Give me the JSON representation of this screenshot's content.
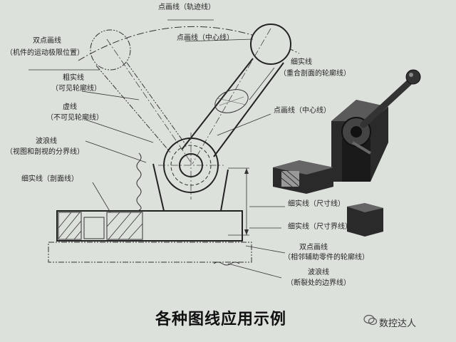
{
  "labels": {
    "top1": "点画线（轨迹线）",
    "top2": "点画线（中心线）",
    "dbl1": "双点画线",
    "dbl2": "（机件的运动极限位置）",
    "thick1": "粗实线",
    "thick2": "（可见轮廓线）",
    "dash1": "虚线",
    "dash2": "（不可见轮廓线）",
    "wave1": "波浪线",
    "wave2": "（视图和剖视的分界线）",
    "sect": "细实线（剖面线）",
    "thin1": "细实线",
    "thin2": "（重合剖面的轮廓线）",
    "center_r": "点画线（中心线）",
    "dim1": "细实线（尺寸线）",
    "dim2": "细实线（尺寸界线）",
    "adj1": "双点画线",
    "adj2": "（相邻辅助零件的轮廓线）",
    "brk1": "波浪线",
    "brk2": "（断裂处的边界线）"
  },
  "title": "各种图线应用示例",
  "watermark": "数控达人",
  "colors": {
    "background": "#dde1dc",
    "line": "#333333",
    "solid_dark": "#2a2a2a"
  }
}
